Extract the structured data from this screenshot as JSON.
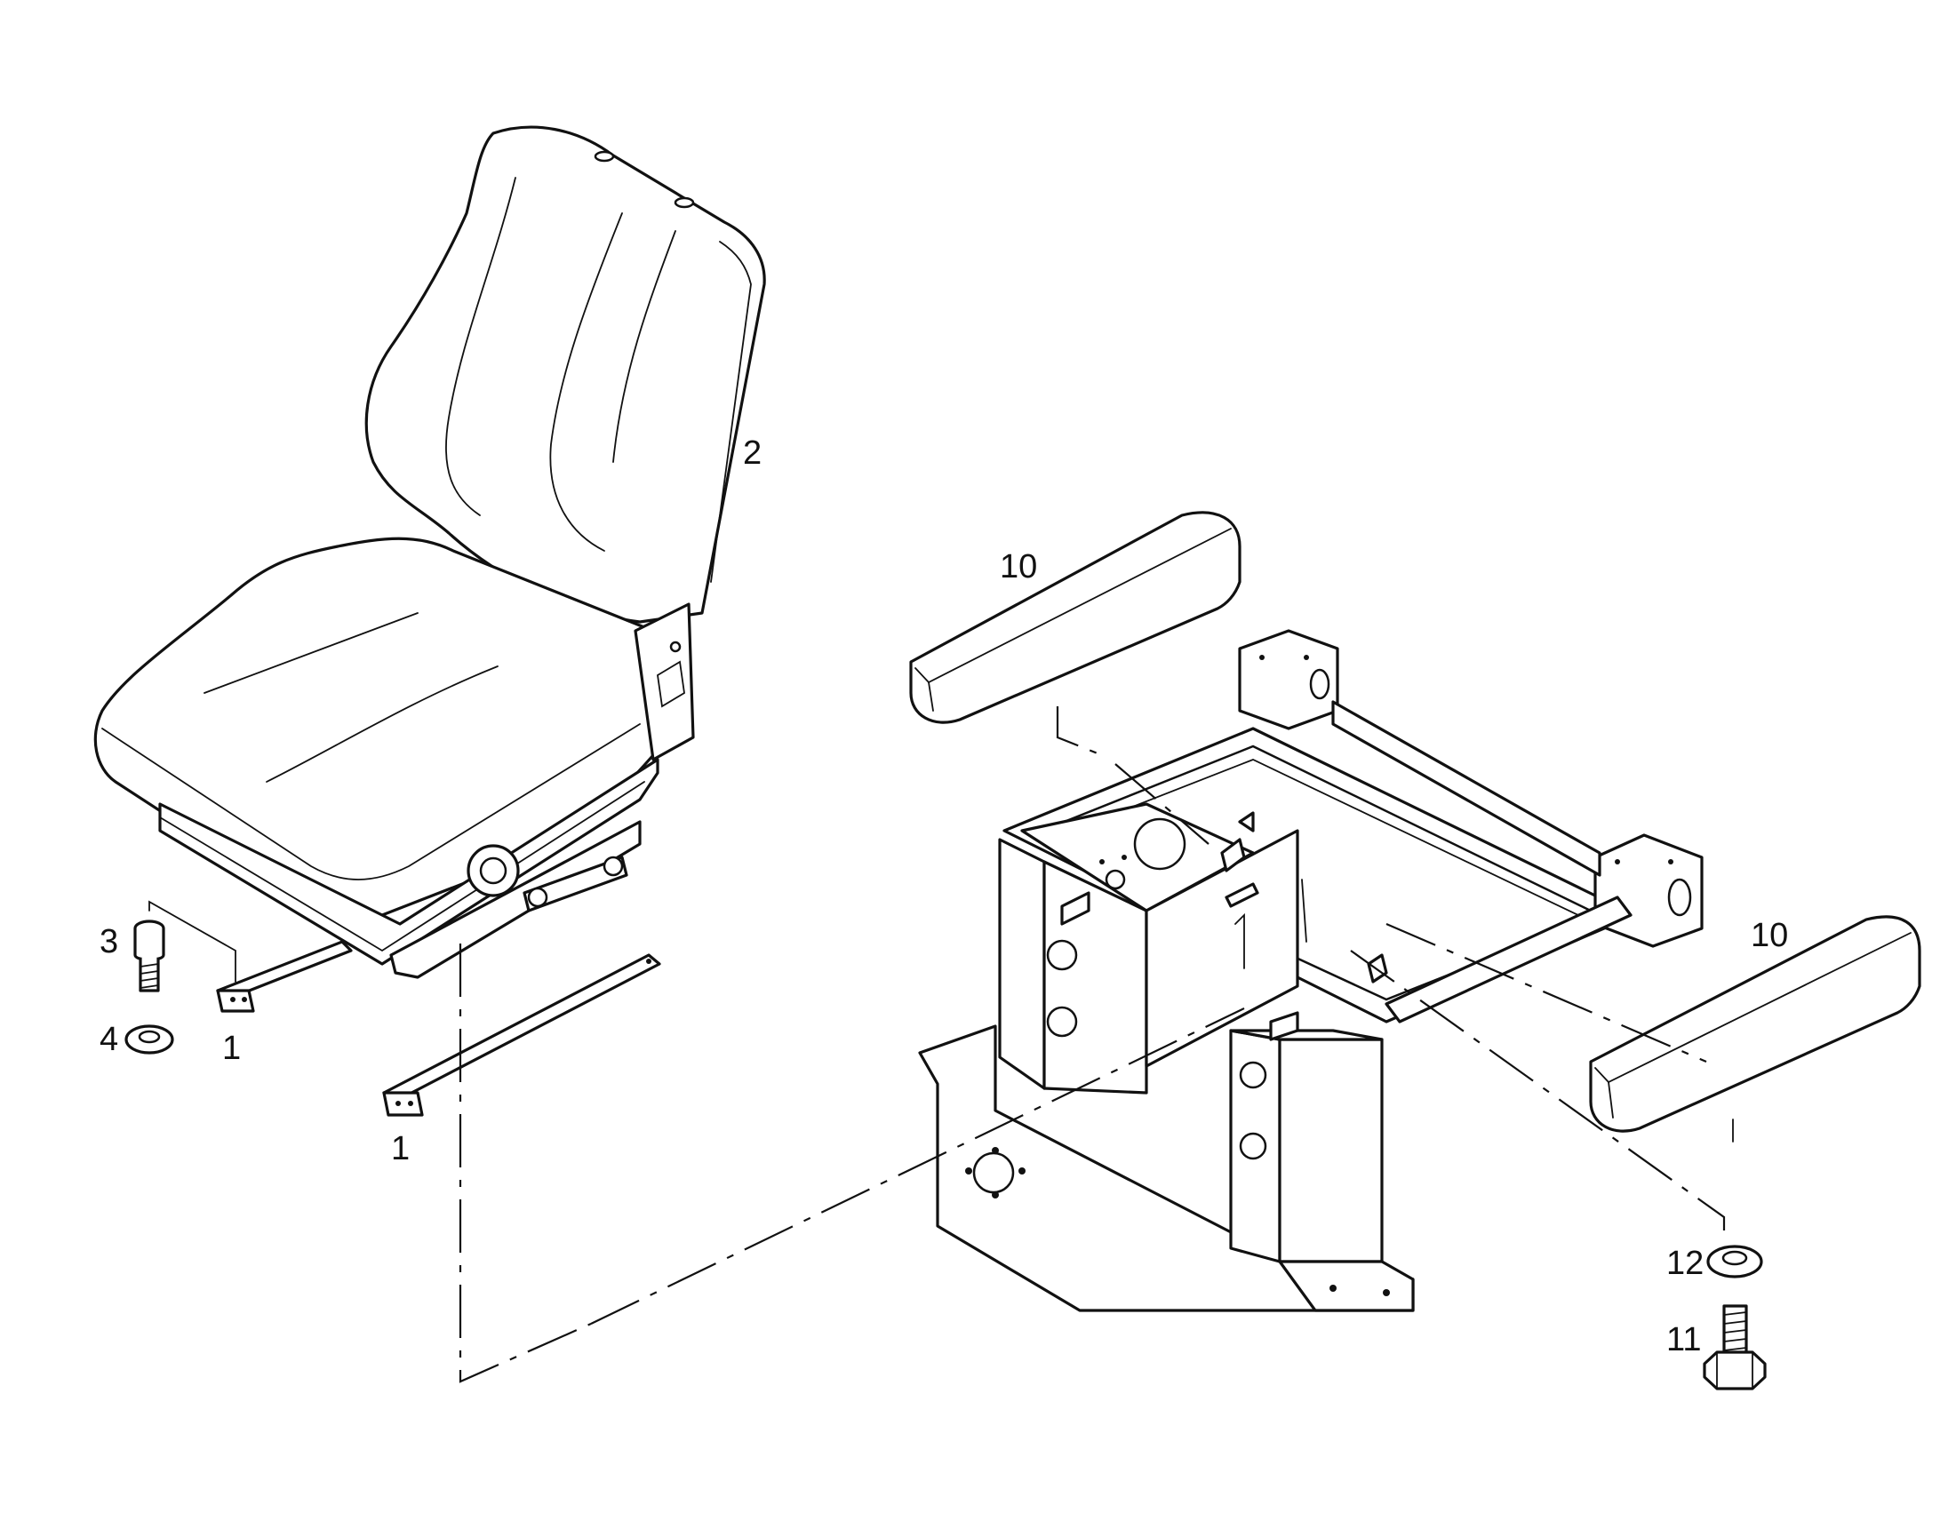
{
  "callouts": {
    "seat_plate_left": "1",
    "seat_plate_right": "1",
    "seat": "2",
    "screw": "3",
    "washer_small": "4",
    "armrest_left": "10",
    "armrest_right": "10",
    "bolt": "11",
    "washer_large": "12"
  },
  "icons": {
    "seat": "operator-seat",
    "frame": "seat-base-frame",
    "armrest": "armrest-pad",
    "screw": "socket-head-screw",
    "bolt": "hex-bolt",
    "washer": "washer"
  }
}
